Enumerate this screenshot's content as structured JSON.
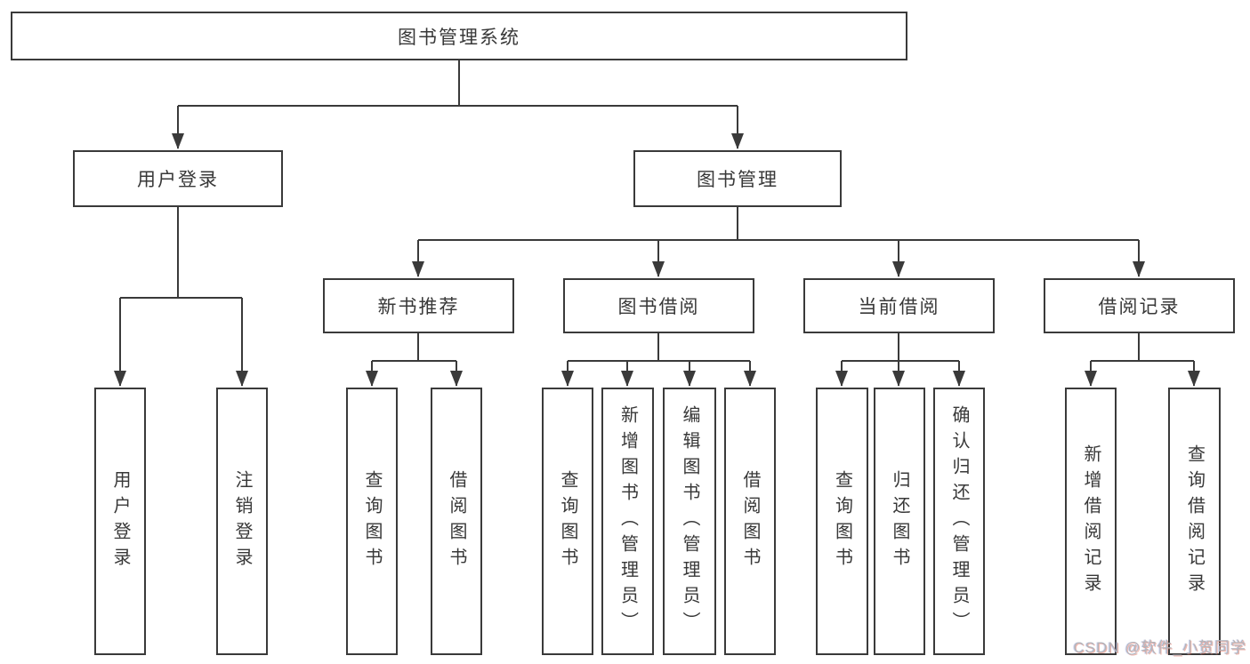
{
  "diagram": {
    "title_node": {
      "label": "图书管理系统"
    },
    "level2": [
      {
        "label": "用户登录"
      },
      {
        "label": "图书管理"
      }
    ],
    "level3": [
      {
        "label": "新书推荐"
      },
      {
        "label": "图书借阅"
      },
      {
        "label": "当前借阅"
      },
      {
        "label": "借阅记录"
      }
    ],
    "leaves": [
      {
        "label": "用户登录"
      },
      {
        "label": "注销登录"
      },
      {
        "label": "查询图书"
      },
      {
        "label": "借阅图书"
      },
      {
        "label": "查询图书"
      },
      {
        "label": "新增图书（管理员）"
      },
      {
        "label": "编辑图书（管理员）"
      },
      {
        "label": "借阅图书"
      },
      {
        "label": "查询图书"
      },
      {
        "label": "归还图书"
      },
      {
        "label": "确认归还（管理员）"
      },
      {
        "label": "新增借阅记录"
      },
      {
        "label": "查询借阅记录"
      }
    ]
  },
  "watermark": {
    "text": "CSDN @软件_小贺同学"
  },
  "colors": {
    "line": "#3a3a3a",
    "node_text": "#383838",
    "background": "#ffffff",
    "watermark_text": "#b3b6bc"
  }
}
